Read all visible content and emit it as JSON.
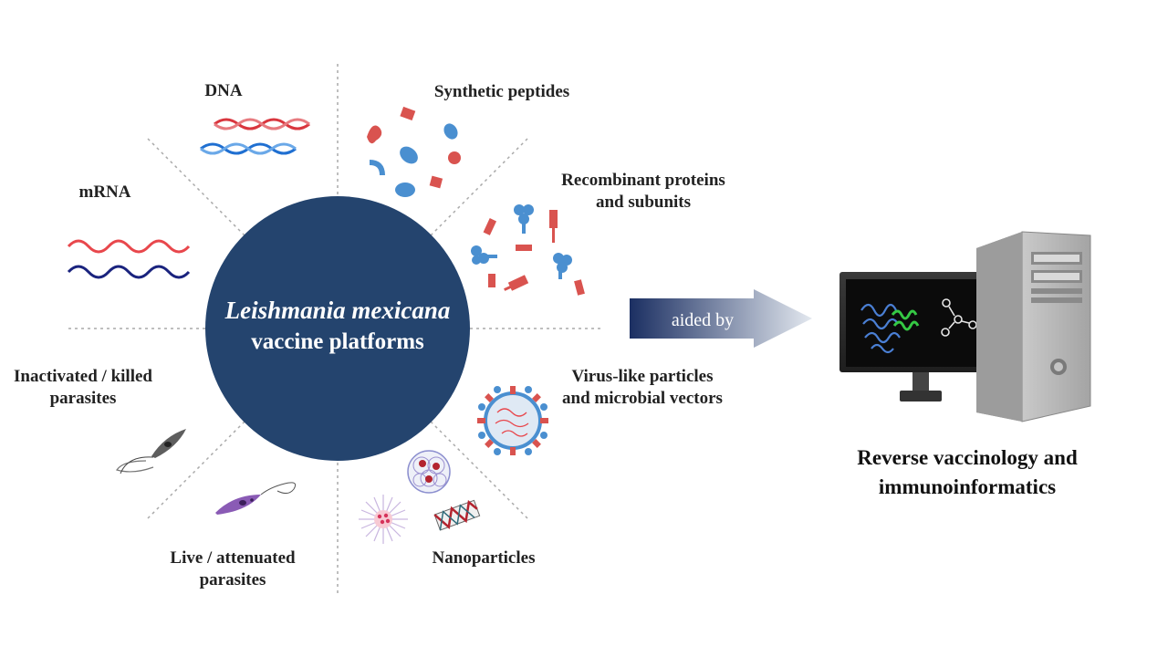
{
  "center": {
    "line1": "Leishmania mexicana",
    "line2": "vaccine platforms",
    "fill": "#24446e"
  },
  "platforms": [
    {
      "id": "dna",
      "lines": [
        "DNA"
      ]
    },
    {
      "id": "synthetic-peptides",
      "lines": [
        "Synthetic peptides"
      ]
    },
    {
      "id": "recombinant",
      "lines": [
        "Recombinant proteins",
        "and subunits"
      ]
    },
    {
      "id": "mrna",
      "lines": [
        "mRNA"
      ]
    },
    {
      "id": "inactivated",
      "lines": [
        "Inactivated / killed",
        "parasites"
      ]
    },
    {
      "id": "vlp",
      "lines": [
        "Virus-like particles",
        "and microbial vectors"
      ]
    },
    {
      "id": "live",
      "lines": [
        "Live / attenuated",
        "parasites"
      ]
    },
    {
      "id": "nanoparticles",
      "lines": [
        "Nanoparticles"
      ]
    }
  ],
  "arrow": {
    "label": "aided by",
    "color_start": "#1b2f62",
    "color_end": "#e3e8ef"
  },
  "target": {
    "line1": "Reverse vaccinology and",
    "line2": "immunoinformatics"
  },
  "colors": {
    "red": "#d9534f",
    "blue": "#4a8fd0",
    "darkblue": "#1a2a8c",
    "purple": "#8a5bb5"
  },
  "icons": [
    "dna-helix-icon",
    "peptide-icon",
    "recombinant-protein-icon",
    "mrna-strand-icon",
    "killed-parasite-icon",
    "virus-like-particle-icon",
    "nanoparticle-icon",
    "live-parasite-icon",
    "computer-monitor-icon",
    "pc-tower-icon"
  ]
}
